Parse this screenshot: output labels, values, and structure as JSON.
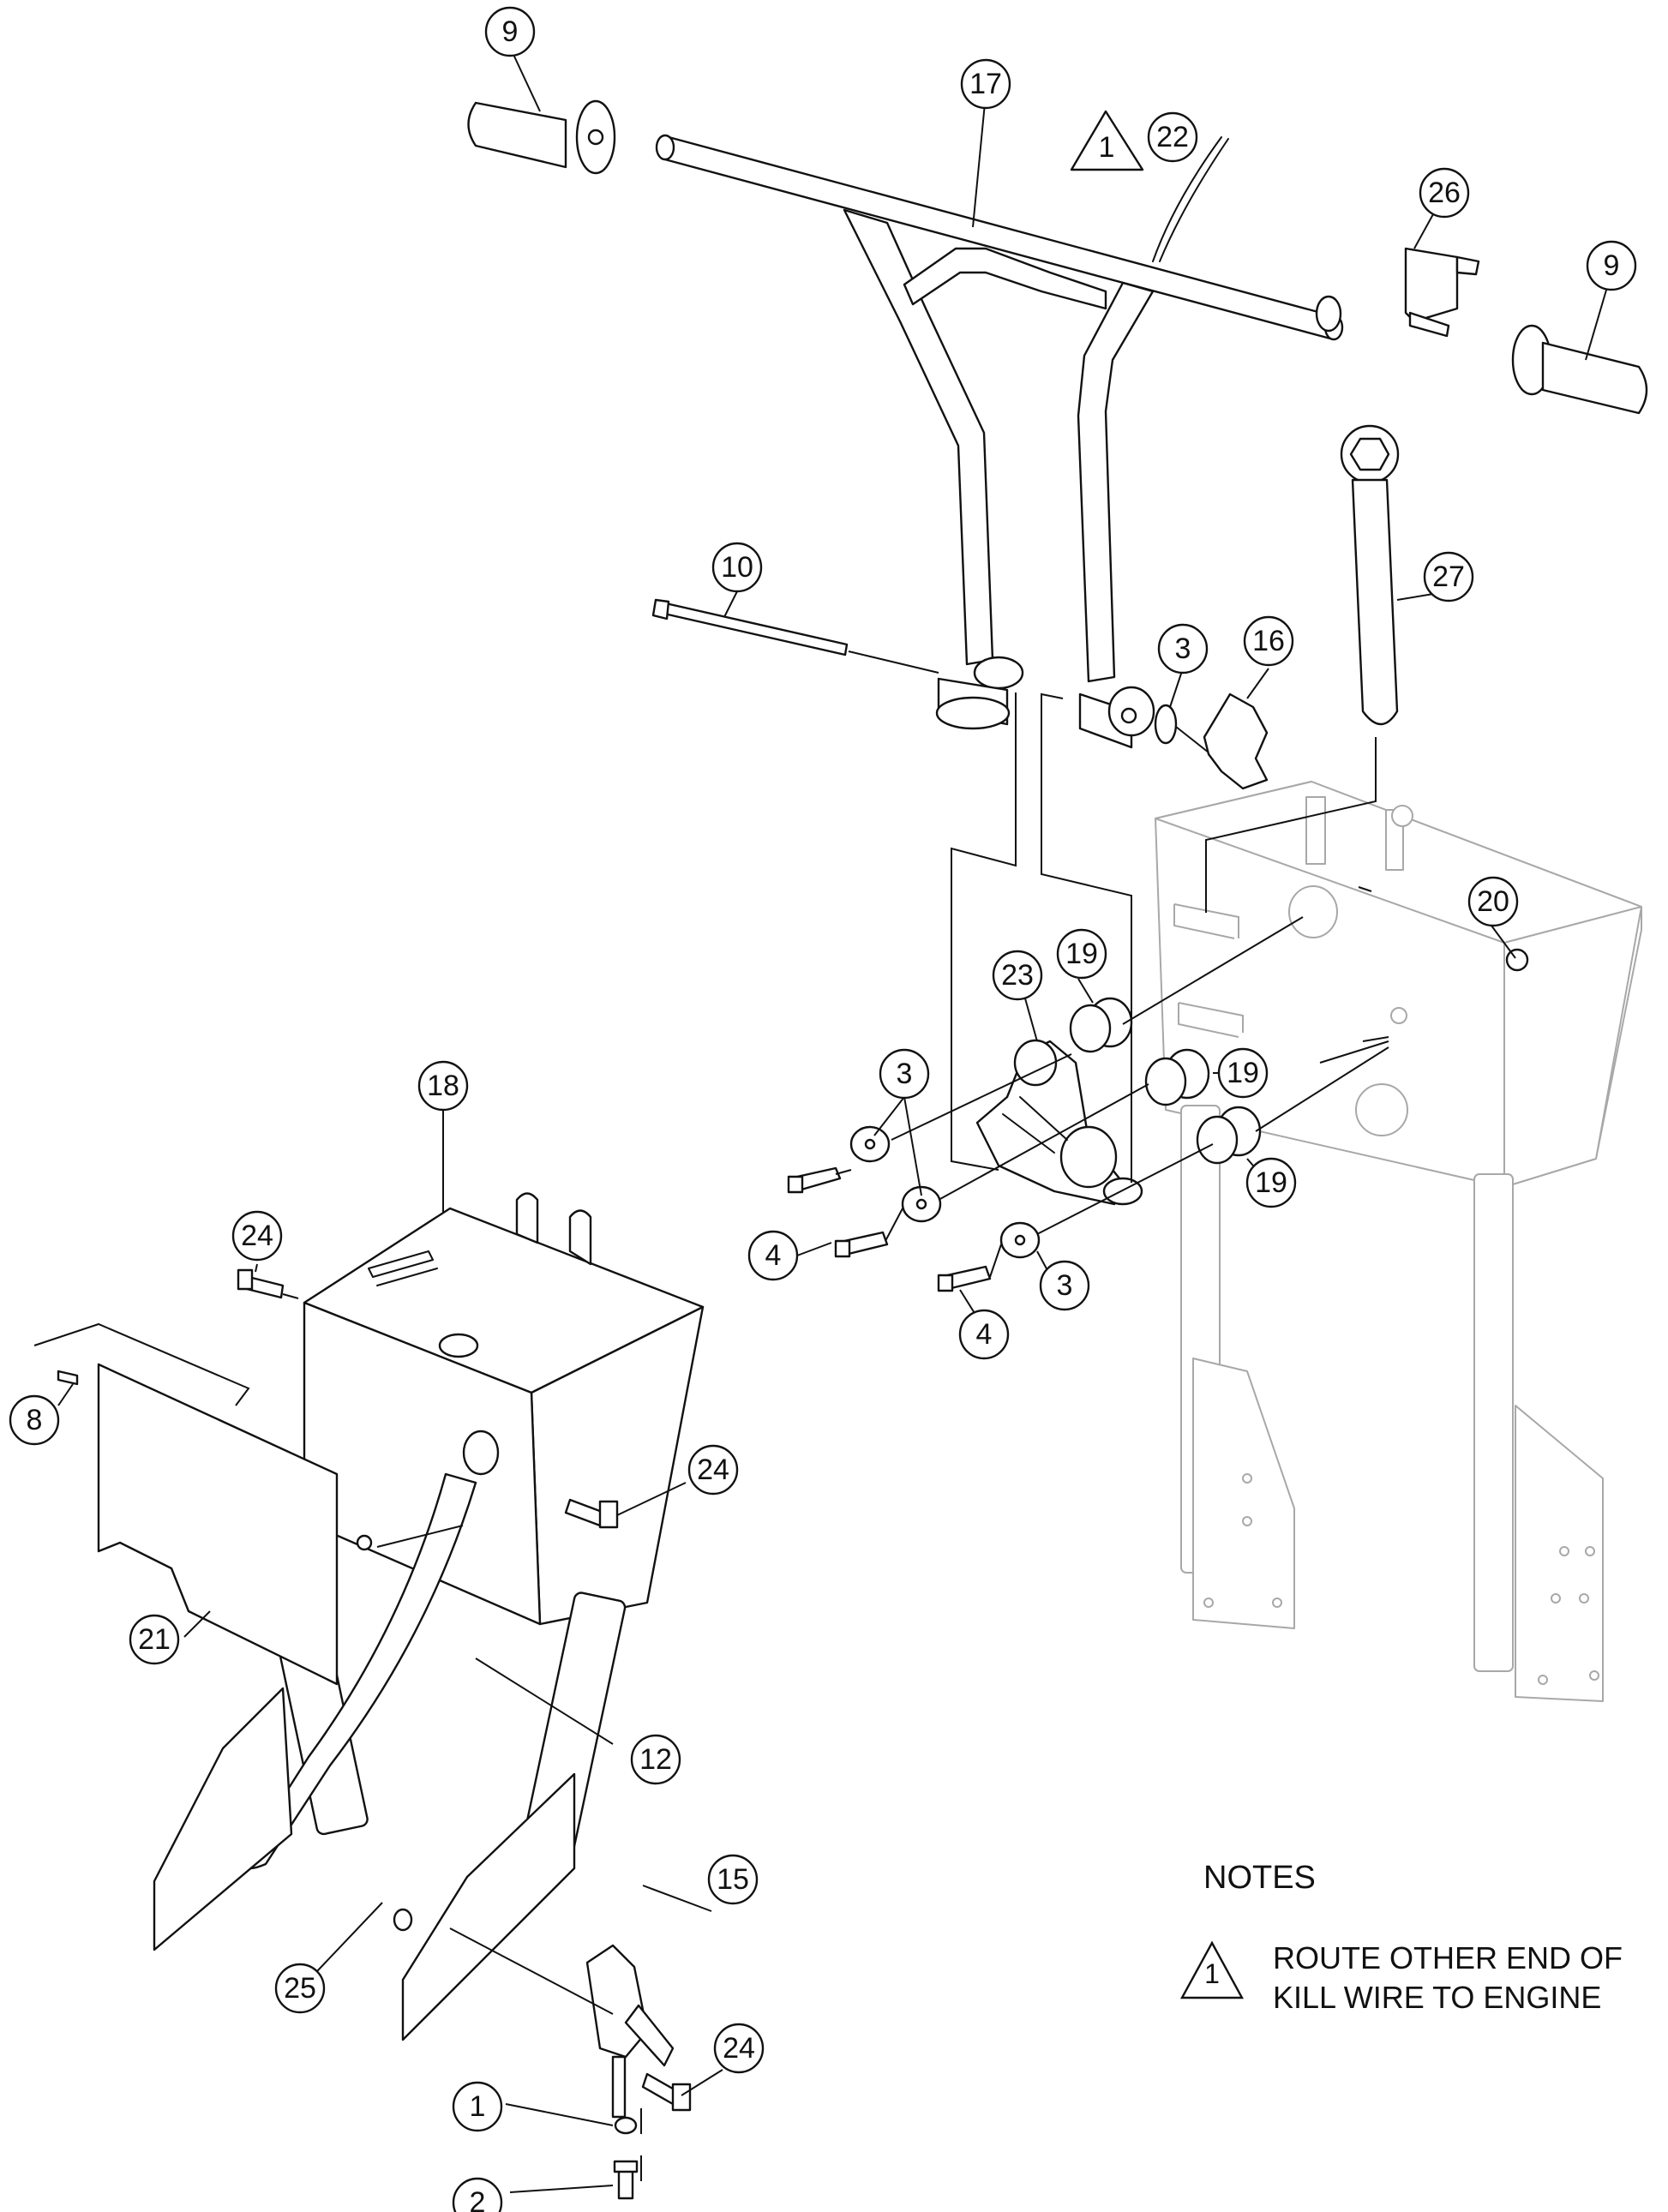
{
  "balloons": {
    "b9a": "9",
    "b17": "17",
    "b22": "22",
    "b26": "26",
    "b9b": "9",
    "b27": "27",
    "b10": "10",
    "b3a": "3",
    "b16": "16",
    "b20": "20",
    "b19a": "19",
    "b23": "23",
    "b3b": "3",
    "b19b": "19",
    "b19c": "19",
    "b4a": "4",
    "b3c": "3",
    "b4b": "4",
    "b18": "18",
    "b24a": "24",
    "b8": "8",
    "b24b": "24",
    "b21": "21",
    "b12": "12",
    "b15": "15",
    "b24c": "24",
    "b25": "25",
    "b1": "1",
    "b2": "2"
  },
  "warning_triangle_label": "1",
  "notes": {
    "title": "NOTES",
    "note_number": "1",
    "note_line1": "ROUTE OTHER END OF",
    "note_line2": "KILL WIRE TO ENGINE"
  }
}
